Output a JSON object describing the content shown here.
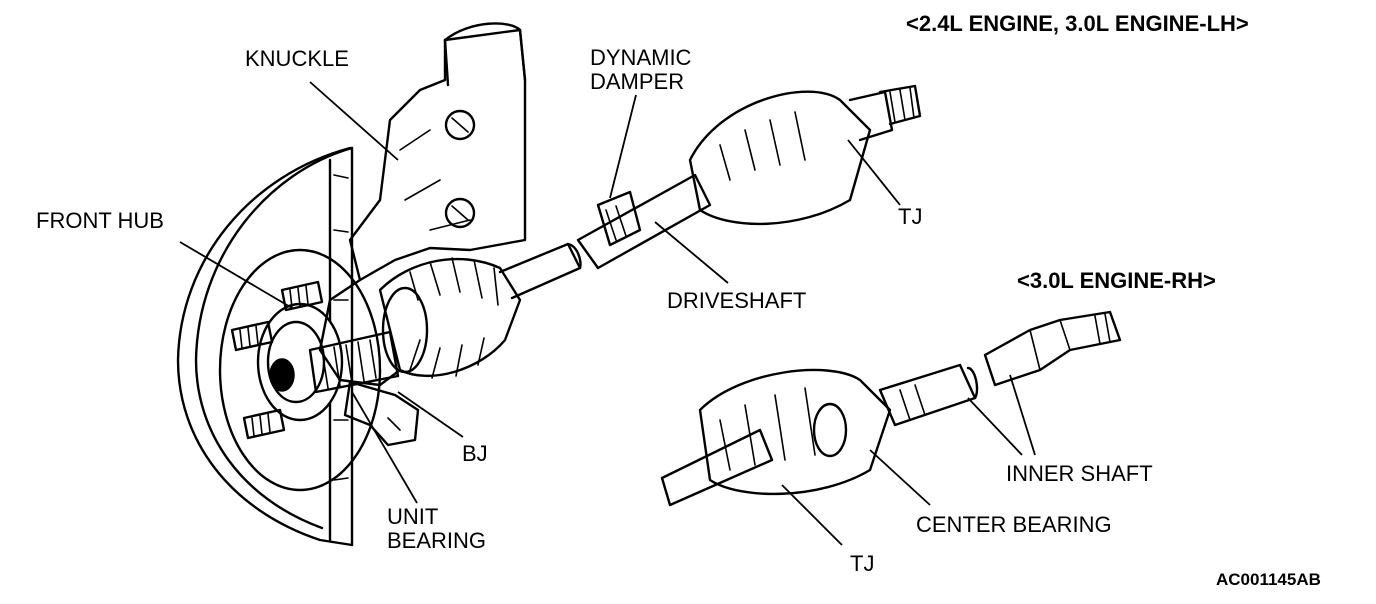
{
  "headings": {
    "left_assembly": "<2.4L ENGINE, 3.0L ENGINE-LH>",
    "right_assembly": "<3.0L ENGINE-RH>"
  },
  "labels": {
    "knuckle": "KNUCKLE",
    "dynamic_damper_line1": "DYNAMIC",
    "dynamic_damper_line2": "DAMPER",
    "front_hub": "FRONT HUB",
    "tj_upper": "TJ",
    "driveshaft": "DRIVESHAFT",
    "bj": "BJ",
    "unit_bearing_line1": "UNIT",
    "unit_bearing_line2": "BEARING",
    "inner_shaft": "INNER SHAFT",
    "center_bearing": "CENTER BEARING",
    "tj_lower": "TJ"
  },
  "figure_code": "AC001145AB"
}
